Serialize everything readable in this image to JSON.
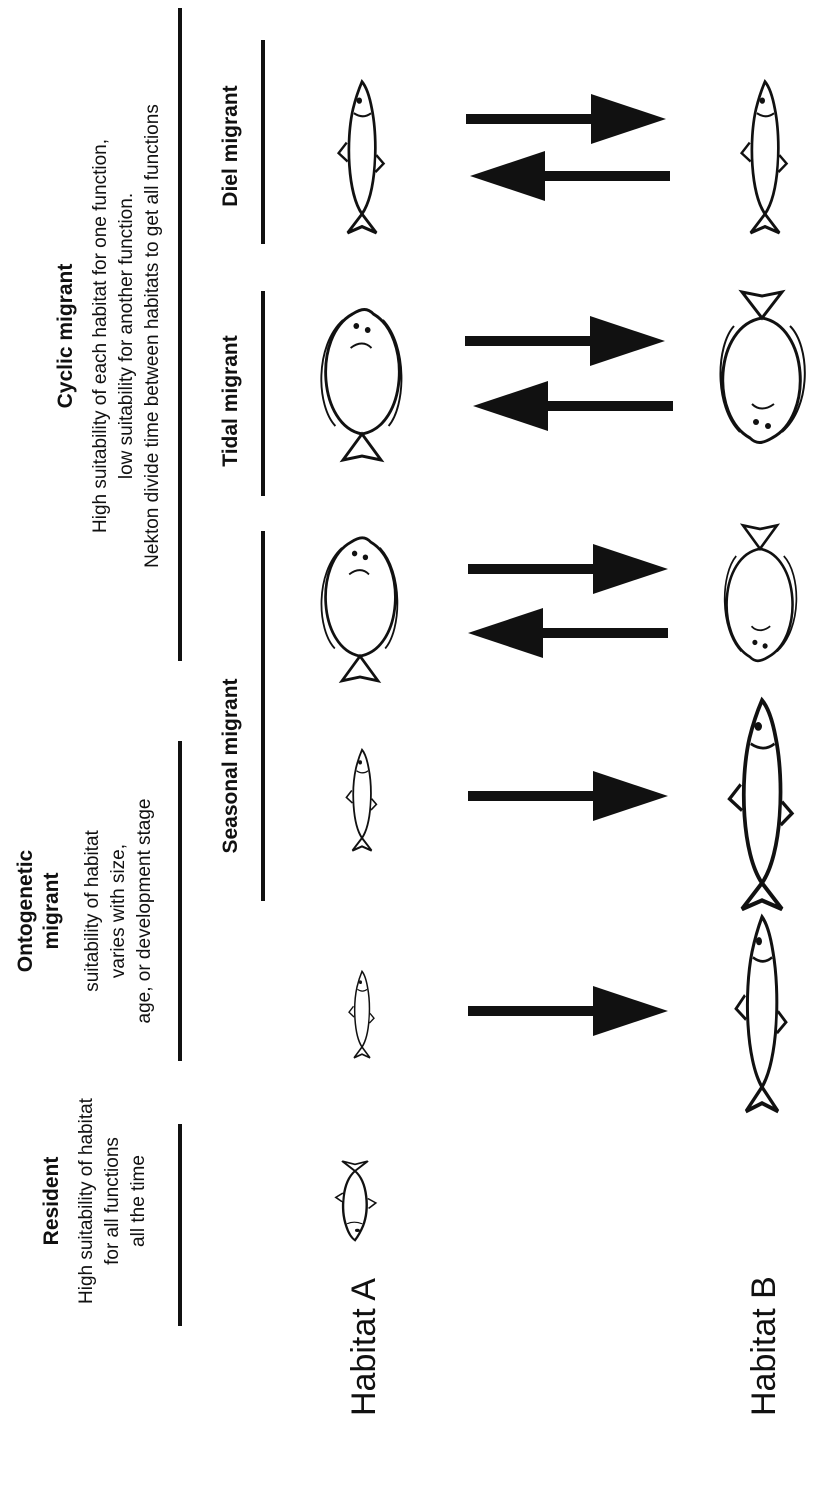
{
  "habitats": {
    "a": "Habitat A",
    "b": "Habitat B"
  },
  "categories": {
    "resident": {
      "title": "Resident",
      "lines": [
        "High suitability of habitat",
        "for all functions",
        "all the time"
      ]
    },
    "ontogenetic": {
      "title_lines": [
        "Ontogenetic",
        "migrant"
      ],
      "lines": [
        "suitability of habitat",
        "varies with size,",
        "age, or development stage"
      ]
    },
    "cyclic": {
      "title": "Cyclic migrant",
      "lines": [
        "High suitability of each habitat for one function,",
        "low suitability for another function.",
        "Nekton divide time between habitats to get all functions"
      ]
    }
  },
  "subcategories": {
    "seasonal": "Seasonal migrant",
    "tidal": "Tidal migrant",
    "diel": "Diel migrant"
  },
  "icons": [
    "fish-icon",
    "flatfish-icon",
    "arrow-right-icon",
    "arrow-left-icon"
  ]
}
